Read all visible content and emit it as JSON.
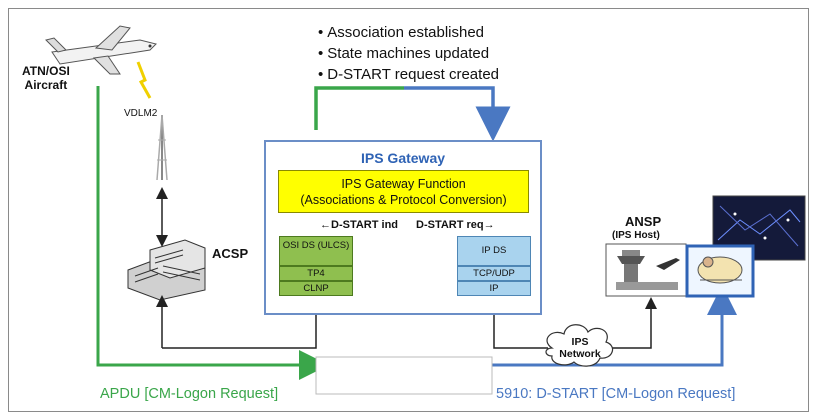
{
  "bullets": [
    "Association established",
    "State machines updated",
    "D-START request created"
  ],
  "aircraft": {
    "label_line1": "ATN/OSI",
    "label_line2": "Aircraft"
  },
  "vdlm2_label": "VDLM2",
  "acsp_label": "ACSP",
  "gateway": {
    "title": "IPS Gateway",
    "function_line1": "IPS Gateway Function",
    "function_line2": "(Associations & Protocol Conversion)",
    "dstart_ind": "D-START ind",
    "dstart_req": "D-START req"
  },
  "osi_stack": [
    "OSI DS (ULCS)",
    "TP4",
    "CLNP"
  ],
  "ip_stack": [
    "IP DS",
    "TCP/UDP",
    "IP"
  ],
  "ansp": {
    "label": "ANSP",
    "sublabel": "(IPS Host)"
  },
  "network": {
    "line1": "IPS",
    "line2": "Network"
  },
  "bottom_left": "APDU [CM-Logon Request]",
  "bottom_right": "5910: D-START [CM-Logon Request]",
  "colors": {
    "green": "#3aa64a",
    "blue": "#4a78c2",
    "frame": "#8a8a8a",
    "yellow": "#ffff00"
  }
}
